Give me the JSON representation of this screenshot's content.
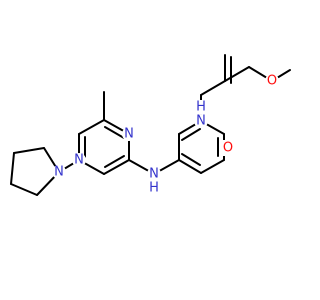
{
  "structure": {
    "atoms": {
      "nh_anilino": "N",
      "h_anilino": "H",
      "nh_amide": "N",
      "h_amide": "H",
      "o_carbonyl": "O",
      "o_methoxy": "O",
      "n_pyrimidine_1": "N",
      "n_pyrimidine_2": "N",
      "n_pyrrolidine": "N"
    }
  },
  "colors": {
    "bond": "#000000",
    "nitrogen": "#3333cc",
    "oxygen": "#ff0d0d",
    "background": "#ffffff"
  }
}
